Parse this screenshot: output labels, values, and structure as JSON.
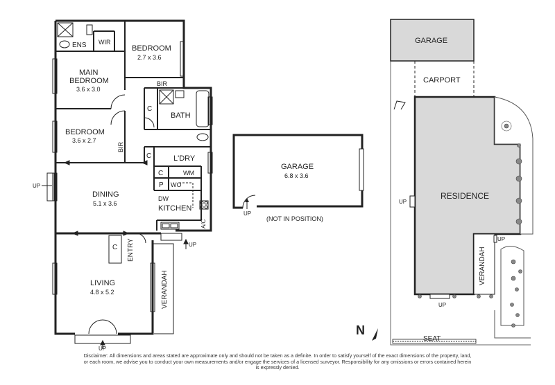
{
  "floor_plan": {
    "rooms": {
      "ens": "ENS",
      "wir": "WIR",
      "bedroom_top": "BEDROOM",
      "bedroom_top_size": "2.7 x 3.6",
      "main_bedroom_1": "MAIN",
      "main_bedroom_2": "BEDROOM",
      "main_bedroom_size": "3.6 x 3.0",
      "bir_top": "BIR",
      "c_bath": "C",
      "bath": "BATH",
      "bedroom_mid": "BEDROOM",
      "bedroom_mid_size": "3.6 x 2.7",
      "bir_side": "BIR",
      "c_ldry": "C",
      "ldry": "L'DRY",
      "c_kitchen": "C",
      "wm": "WM",
      "p": "P",
      "wo": "WO",
      "dining": "DINING",
      "dining_size": "5.1 x 3.6",
      "dw": "DW",
      "kitchen": "KITCHEN",
      "ac": "A/C",
      "c_living": "C",
      "entry": "ENTRY",
      "verandah": "VERANDAH",
      "living": "LIVING",
      "living_size": "4.8 x 5.2"
    },
    "up_west": "UP",
    "up_entry": "UP",
    "up_bottom": "UP"
  },
  "garage_plan": {
    "title": "GARAGE",
    "size": "6.8 x 3.6",
    "up": "UP",
    "note": "(NOT IN POSITION)"
  },
  "site_plan": {
    "garage": "GARAGE",
    "carport": "CARPORT",
    "residence": "RESIDENCE",
    "verandah": "VERANDAH",
    "up_west": "UP",
    "up_verandah": "UP",
    "up_front": "UP",
    "seat": "SEAT",
    "north": "N"
  },
  "disclaimer": "Disclaimer: All dimensions and areas stated are approximate only and should not be taken as a definite. In order to satisfy yourself of the exact dimensions of the property, land, or each room, we advise you to conduct your own measurements and/or engage the services of a licensed surveyor. Responsibility for any omissions or errors contained herein is expressly denied.",
  "colors": {
    "wall": "#222222",
    "site_fill": "#d9d9d9",
    "tree": "#888888"
  }
}
